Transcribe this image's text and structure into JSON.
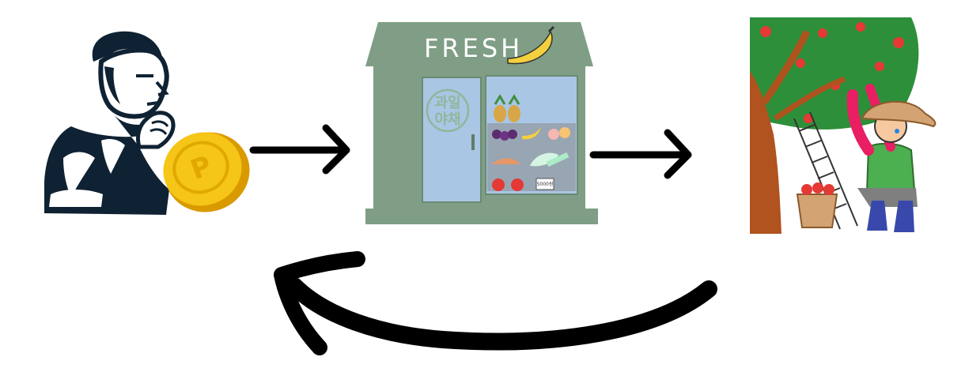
{
  "store": {
    "sign": "FRESH",
    "door_sign_line1": "과일",
    "door_sign_line2": "야채",
    "price_tag": "5000원"
  },
  "colors": {
    "ink": "#0f2233",
    "coin": "#f5c518",
    "store_wall": "#7f9e85",
    "store_glass": "#a9c6e4",
    "tree_trunk": "#b0531f",
    "tree_leaves": "#2e8f3a",
    "apple": "#e53935",
    "arrow": "#000000"
  },
  "icons": [
    "thinking-man-icon",
    "coin-icon",
    "fruit-store-icon",
    "farmer-picking-apples-icon",
    "arrow-right-icon",
    "curved-arrow-back-icon"
  ]
}
